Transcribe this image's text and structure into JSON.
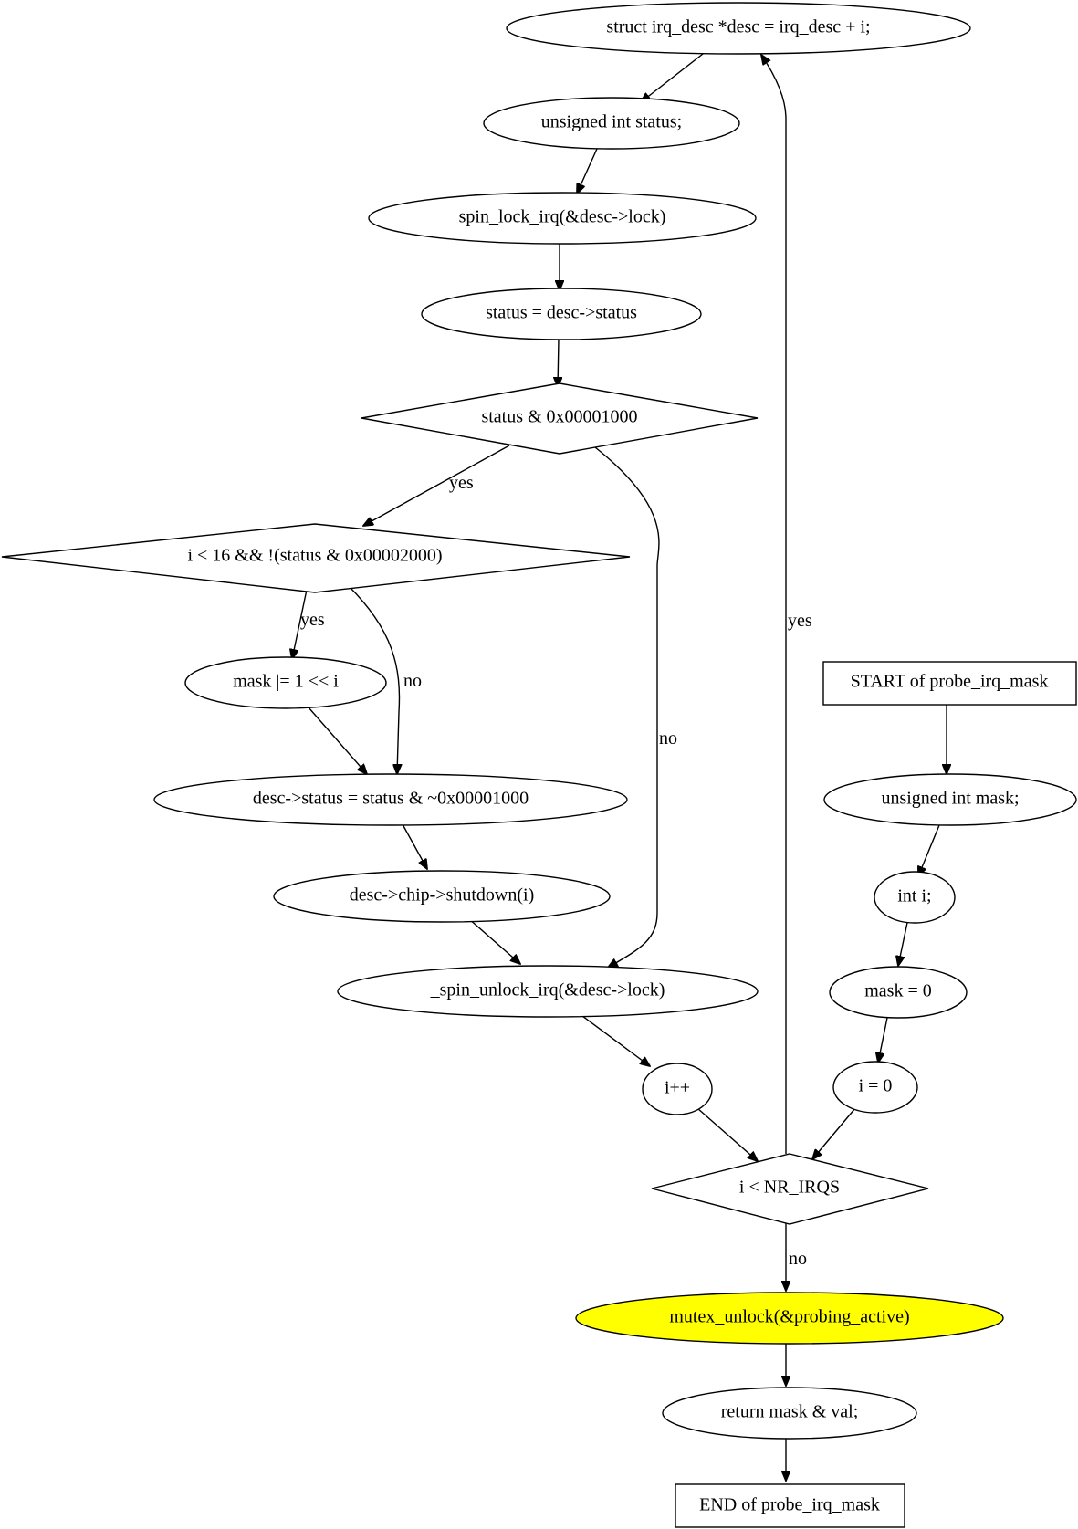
{
  "diagram": {
    "nodes": {
      "start": "START of probe_irq_mask",
      "decl_mask": "unsigned int mask;",
      "decl_i": "int i;",
      "mask_zero": "mask = 0",
      "i_zero": "i = 0",
      "loop_cond": "i < NR_IRQS",
      "desc_decl": "struct irq_desc *desc = irq_desc + i;",
      "status_decl": "unsigned int status;",
      "spin_lock": "spin_lock_irq(&desc->lock)",
      "status_assign": "status = desc->status",
      "status_check": "status & 0x00001000",
      "inner_cond": "i < 16 && !(status & 0x00002000)",
      "mask_or": "mask |= 1 << i",
      "status_clear": "desc->status = status & ~0x00001000",
      "shutdown": "desc->chip->shutdown(i)",
      "spin_unlock": "_spin_unlock_irq(&desc->lock)",
      "incr": "i++",
      "mutex_unlock": "mutex_unlock(&probing_active)",
      "return": "return mask & val;",
      "end": "END of probe_irq_mask"
    },
    "edge_labels": {
      "status_check_yes": "yes",
      "status_check_no": "no",
      "inner_yes": "yes",
      "inner_no": "no",
      "loop_yes": "yes",
      "loop_no": "no"
    },
    "colors": {
      "highlight": "#ffff00",
      "stroke": "#000000",
      "background": "#ffffff"
    }
  }
}
